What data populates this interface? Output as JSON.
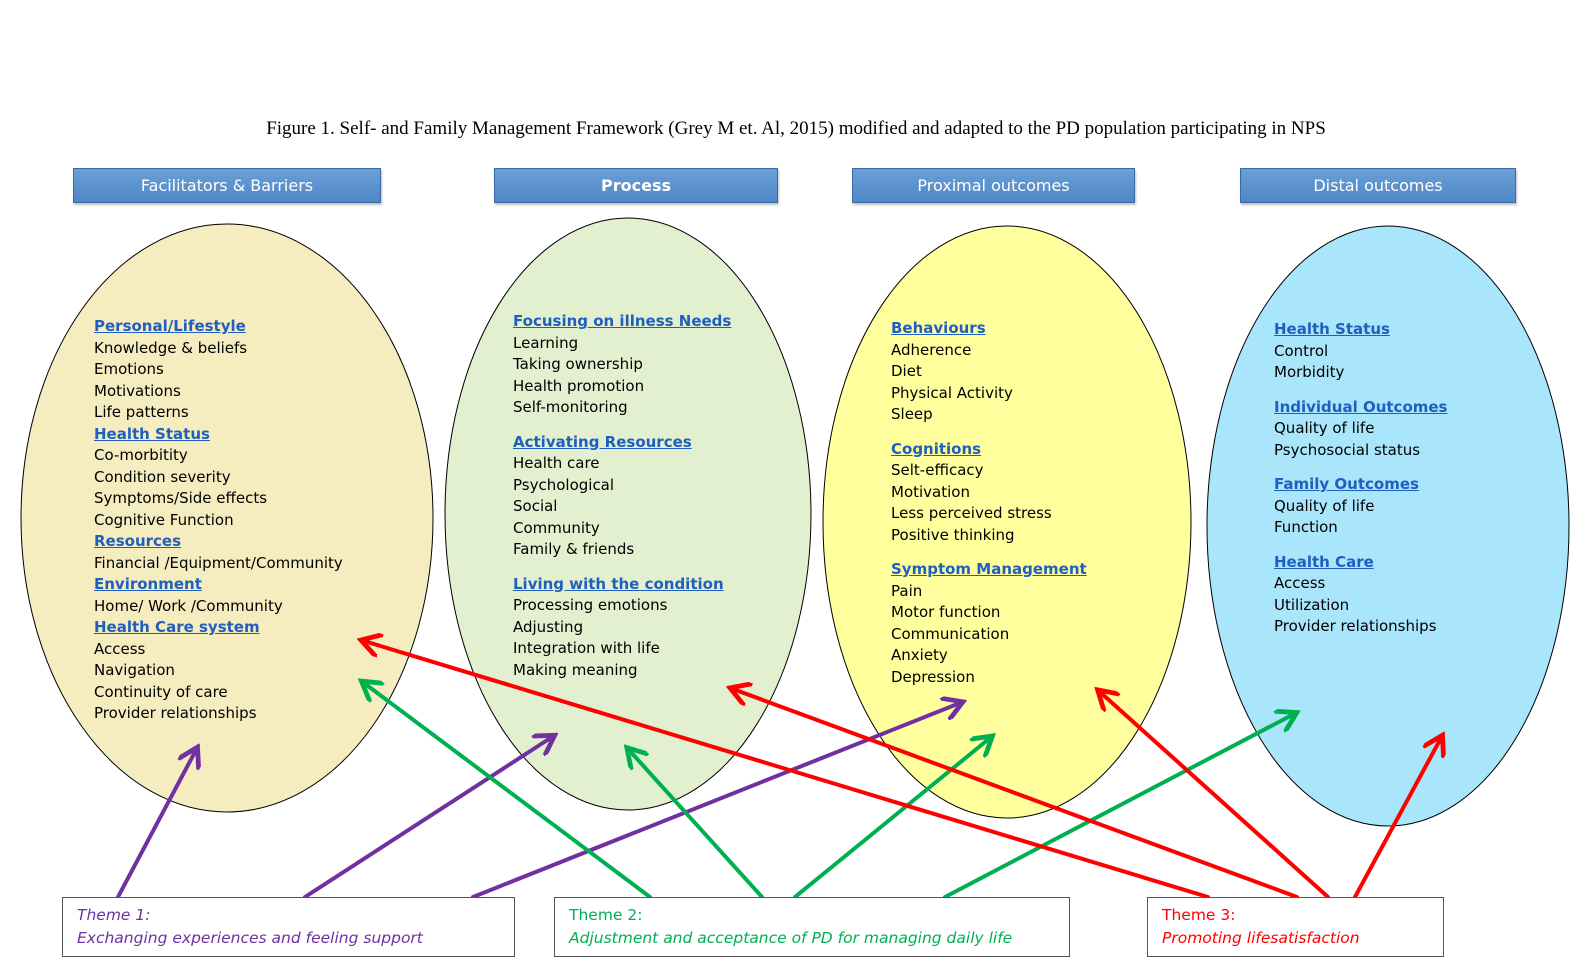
{
  "caption": "Figure 1. Self- and Family Management Framework (Grey M et. Al, 2015) modified and adapted to the PD population participating in NPS",
  "headers": {
    "facilitators": "Facilitators & Barriers",
    "process": "Process",
    "proximal": "Proximal outcomes",
    "distal": "Distal outcomes"
  },
  "colors": {
    "header_blue": "#4f86c6",
    "ellipse_facilitators": "#f5ecc0",
    "ellipse_process": "#e2f0cf",
    "ellipse_proximal": "#ffff9e",
    "ellipse_distal": "#a9e6fb",
    "link_blue": "#1f5fbf",
    "theme1_purple": "#7030a0",
    "theme2_green": "#00b050",
    "theme3_red": "#ff0000"
  },
  "facilitators": {
    "personal_head": "Personal/Lifestyle",
    "personal_items": [
      "Knowledge & beliefs",
      "Emotions",
      "Motivations",
      "Life patterns"
    ],
    "health_status_head": "Health Status",
    "health_status_items": [
      "Co-morbitity",
      "Condition severity",
      "Symptoms/Side effects",
      "Cognitive Function"
    ],
    "resources_head": "Resources",
    "resources_items": [
      "Financial /Equipment/Community"
    ],
    "environment_head": "Environment",
    "environment_items": [
      "Home/ Work /Community"
    ],
    "health_care_head": "Health Care system",
    "health_care_items": [
      "Access",
      "Navigation",
      "Continuity of care",
      "Provider relationships"
    ]
  },
  "process": {
    "focusing_head": "Focusing on illness Needs",
    "focusing_items": [
      "Learning",
      "Taking ownership",
      "Health promotion",
      "Self-monitoring"
    ],
    "activating_head": "Activating Resources",
    "activating_items": [
      "Health care",
      "Psychological",
      "Social",
      "Community",
      "Family & friends"
    ],
    "living_head": "Living with the condition",
    "living_items": [
      "Processing emotions",
      "Adjusting",
      "Integration with life",
      "Making meaning"
    ]
  },
  "proximal": {
    "behaviours_head": "Behaviours",
    "behaviours_items": [
      "Adherence",
      "Diet",
      "Physical Activity",
      "Sleep"
    ],
    "cognitions_head": "Cognitions",
    "cognitions_items": [
      "Selt-efficacy",
      "Motivation",
      "Less perceived stress",
      "Positive thinking"
    ],
    "symptom_head": "Symptom Management",
    "symptom_items": [
      "Pain",
      "Motor function",
      "Communication",
      "Anxiety",
      "Depression"
    ]
  },
  "distal": {
    "health_status_head": "Health Status",
    "health_status_items": [
      "Control",
      "Morbidity"
    ],
    "individual_head": "Individual Outcomes",
    "individual_items": [
      "Quality of life",
      "Psychosocial status"
    ],
    "family_head": "Family Outcomes",
    "family_items": [
      "Quality of life",
      "Function"
    ],
    "health_care_head": "Health Care",
    "health_care_items": [
      "Access",
      "Utilization",
      "Provider relationships"
    ]
  },
  "themes": {
    "theme1_label": "Theme 1:",
    "theme1_text": "Exchanging experiences and feeling support",
    "theme2_label": "Theme 2:",
    "theme2_text": "Adjustment and acceptance of PD for managing daily life",
    "theme3_label": "Theme 3:",
    "theme3_text": "Promoting lifesatisfaction"
  }
}
